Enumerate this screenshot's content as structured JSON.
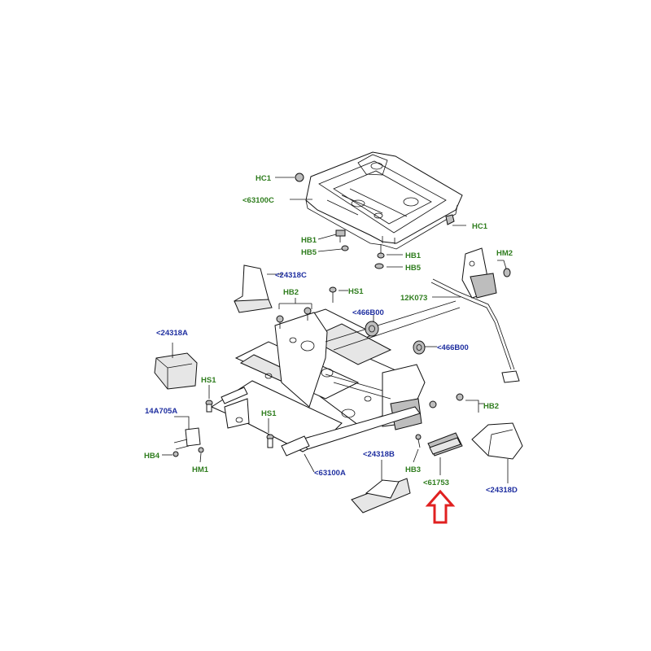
{
  "labels": {
    "hc1_top": "HC1",
    "seat_pan": "<63100C",
    "hc1_right": "HC1",
    "hb1_left": "HB1",
    "hb5_left": "HB5",
    "hb1_right": "HB1",
    "hb5_right": "HB5",
    "hm2": "HM2",
    "cover_c": "<24318C",
    "hs1_top": "HS1",
    "hb2_top": "HB2",
    "cable": "12K073",
    "bushing_top": "<466B00",
    "cover_a": "<24318A",
    "bushing_right": "<466B00",
    "hs1_left": "HS1",
    "part_14a705a": "14A705A",
    "hb2_right": "HB2",
    "hs1_mid": "HS1",
    "hb4": "HB4",
    "hm1": "HM1",
    "cover_b": "<24318B",
    "hb3": "HB3",
    "frame": "<63100A",
    "handle": "<61753",
    "cover_d": "<24318D"
  },
  "colors": {
    "hardware_label": "#2f7d1e",
    "part_label": "#1f2fa0",
    "arrow": "#e02020"
  }
}
